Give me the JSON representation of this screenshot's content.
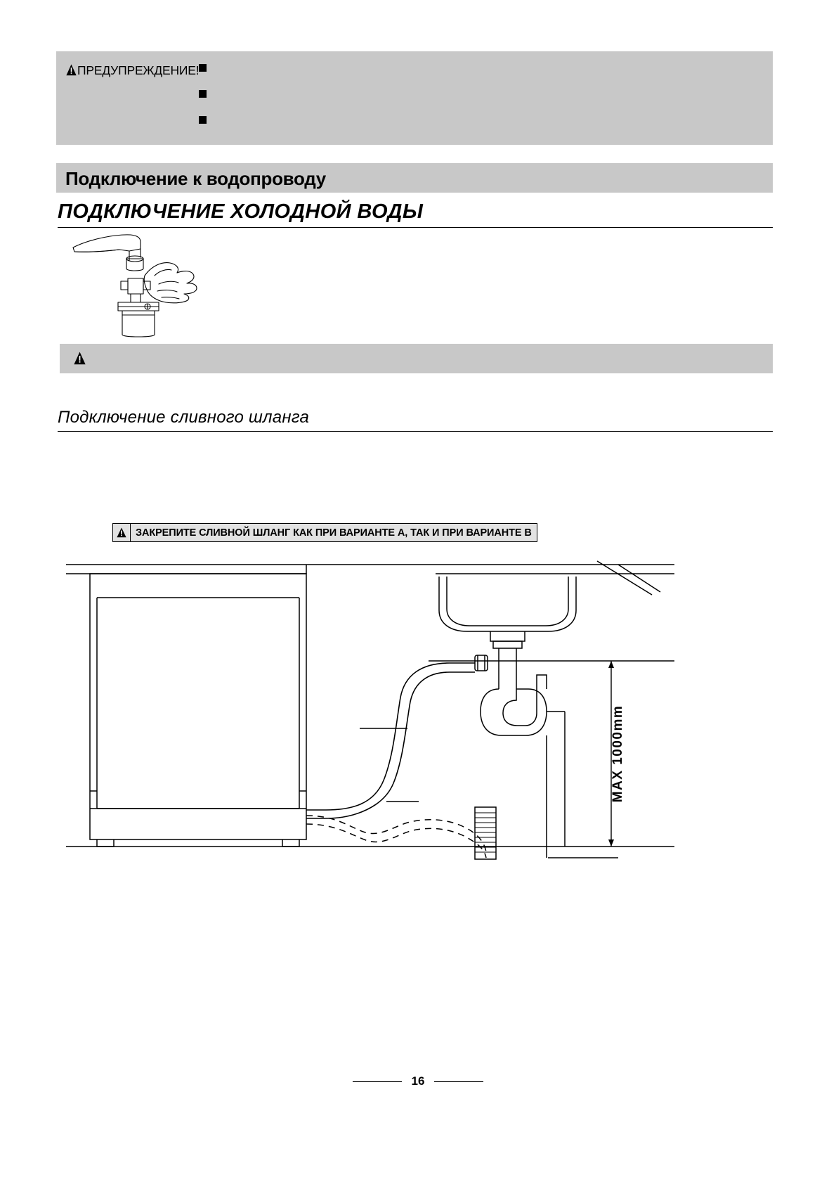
{
  "page": {
    "number": "16",
    "language": "ru"
  },
  "warning_band": {
    "icon": "warning-triangle-icon",
    "title": "ПРЕДУПРЕЖДЕНИЕ!",
    "bullets": [
      {
        "marker": "square-bullet",
        "text": ""
      },
      {
        "marker": "square-bullet",
        "text": ""
      },
      {
        "marker": "square-bullet",
        "text": ""
      }
    ],
    "background_color": "#c8c8c8"
  },
  "section": {
    "title": "Подключение к водопроводу",
    "background_color": "#c8c8c8"
  },
  "cold_water": {
    "heading": "ПОДКЛЮЧЕНИЕ ХОЛОДНОЙ ВОДЫ",
    "figure_name": "faucet-hand-connection-illustration",
    "body_text": ""
  },
  "caution_strip": {
    "icon": "warning-triangle-icon",
    "text": "",
    "background_color": "#c8c8c8"
  },
  "drain_hose": {
    "heading": "Подключение сливного шланга",
    "body_text": ""
  },
  "diagram": {
    "banner": {
      "icon": "warning-triangle-icon",
      "text": "ЗАКРЕПИТЕ СЛИВНОЙ ШЛАНГ КАК ПРИ ВАРИАНТЕ А, ТАК И ПРИ ВАРИАНТЕ В"
    },
    "dimension_label": "MAX 1000mm",
    "figure_name": "dishwasher-drain-hose-installation-diagram",
    "line_color": "#000000"
  },
  "footer": {
    "page_number": "16"
  }
}
